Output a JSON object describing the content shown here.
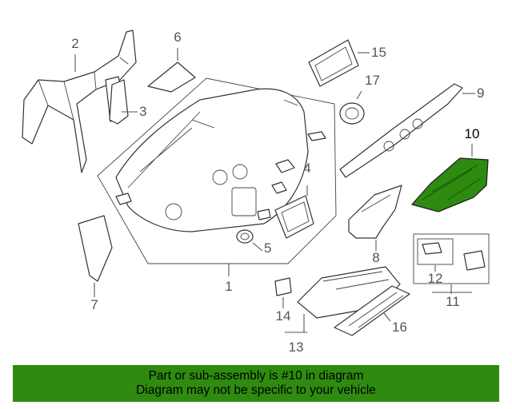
{
  "diagram": {
    "callouts": [
      "1",
      "2",
      "3",
      "4",
      "5",
      "6",
      "7",
      "8",
      "9",
      "10",
      "11",
      "12",
      "13",
      "14",
      "15",
      "16",
      "17"
    ],
    "highlighted_part": "10",
    "highlight_color": "#2e8b10"
  },
  "banner": {
    "line1": "Part or sub-assembly is #10 in diagram",
    "line2": "Diagram may not be specific to your vehicle",
    "background": "#2e8b10"
  }
}
